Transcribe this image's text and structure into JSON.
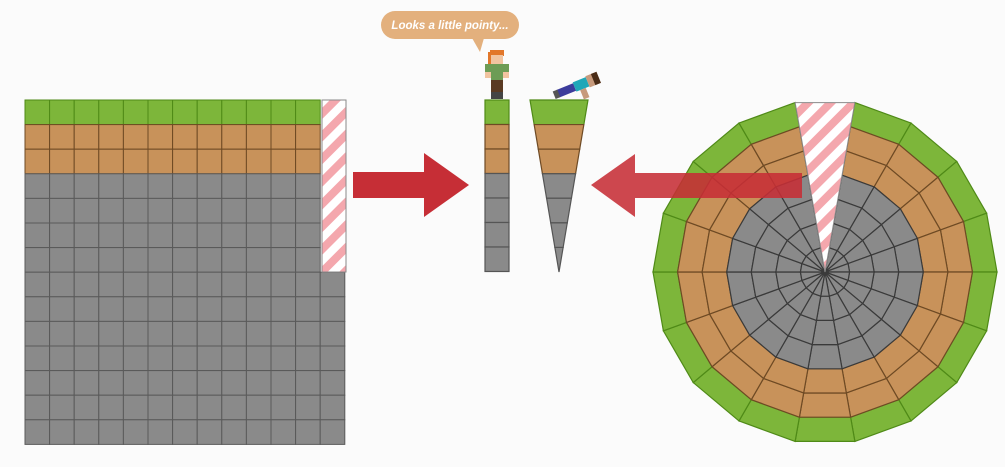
{
  "speech_bubble": {
    "text": "Looks a little pointy..."
  },
  "block_grid": {
    "columns": 13,
    "rows": 14,
    "grass_rows": 1,
    "dirt_rows": 2
  },
  "column_slice": {
    "grass": 1,
    "dirt": 2,
    "stone": 4
  },
  "ring_world": {
    "segments": 18,
    "rings": {
      "grass": 1,
      "dirt": 2,
      "stone": 4
    }
  },
  "colors": {
    "grass": "#7db63a",
    "grass_edge": "#4f8a17",
    "dirt": "#c8925a",
    "dirt_edge": "#6e4a24",
    "stone": "#8a8a8a",
    "stone_edge": "#555555",
    "arrow": "#c62e36",
    "stripe_red": "#f4a7ad",
    "stripe_white": "#ffffff",
    "bubble": "#e3b07d"
  },
  "icons": {
    "standing_character": "alex-character-icon",
    "lying_character": "steve-character-icon",
    "arrow_right": "arrow-right-icon",
    "arrow_left": "arrow-left-icon"
  }
}
